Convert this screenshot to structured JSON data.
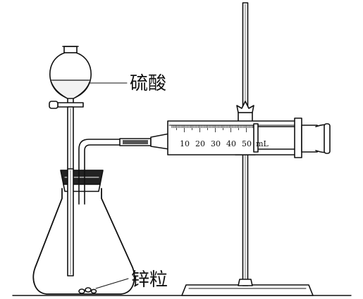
{
  "labels": {
    "sulfuric_acid": "硫酸",
    "zinc_granules": "锌粒"
  },
  "syringe": {
    "scale_ticks": [
      "10",
      "20",
      "30",
      "40",
      "50"
    ],
    "unit": "mL"
  }
}
